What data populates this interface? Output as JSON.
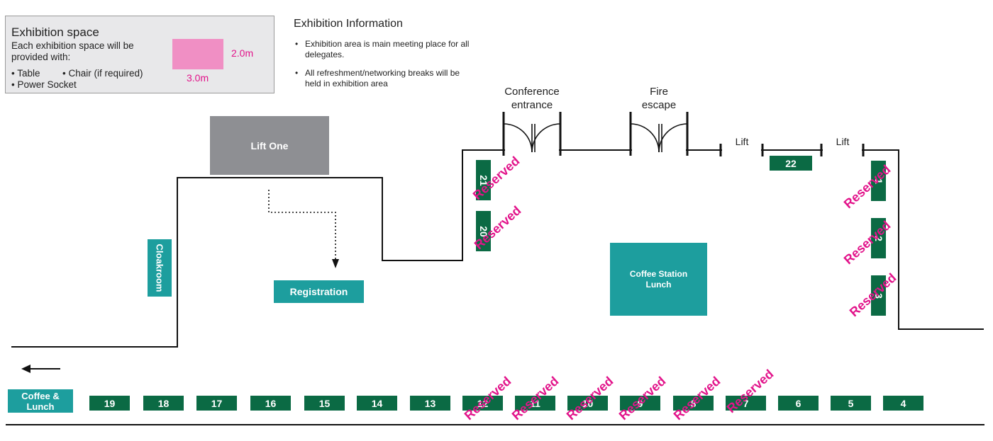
{
  "legend": {
    "title": "Exhibition space",
    "line1": "Each exhibition space will be",
    "line2": "provided with:",
    "item_table": "• Table",
    "item_chair": "• Chair (if required)",
    "item_power": "• Power Socket",
    "width_label": "3.0m",
    "depth_label": "2.0m",
    "swatch_color": "#f08fc4"
  },
  "info": {
    "title": "Exhibition Information",
    "bullet1": "Exhibition area is main meeting place for all delegates.",
    "bullet2": "All refreshment/networking breaks will be held in exhibition area"
  },
  "labels": {
    "conference_entrance": "Conference\nentrance",
    "fire_escape": "Fire\nescape",
    "lift_left": "Lift",
    "lift_right": "Lift",
    "lift_one": "Lift One",
    "cloakroom": "Cloakroom",
    "registration": "Registration",
    "coffee_station": "Coffee Station\nLunch",
    "coffee_lunch": "Coffee &\nLunch"
  },
  "booths": {
    "b19": "19",
    "b18": "18",
    "b17": "17",
    "b16": "16",
    "b15": "15",
    "b14": "14",
    "b13": "13",
    "b12": "12",
    "b11": "11",
    "b10": "10",
    "b9": "9",
    "b8": "8",
    "b7": "7",
    "b6": "6",
    "b5": "5",
    "b4": "4",
    "b21": "21",
    "b20": "20",
    "b22": "22",
    "b1": "1",
    "b2": "2",
    "b3": "3"
  },
  "reserved_text": "Reserved",
  "colors": {
    "booth_green": "#0b6a44",
    "teal": "#1d9e9e",
    "lift_grey": "#8e8f93",
    "reserved_magenta": "#e2138a"
  }
}
